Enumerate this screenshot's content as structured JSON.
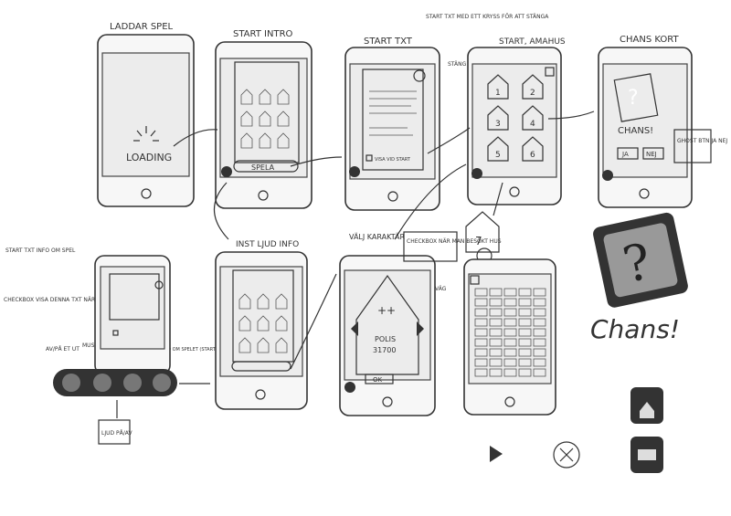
{
  "colors": {
    "ink": "#333333",
    "paper": "#ffffff",
    "screen": "#ececec"
  },
  "screens": {
    "loading": {
      "title": "LADDAR SPEL",
      "text": "LOADING"
    },
    "intro": {
      "title": "START INTRO",
      "button": "SPELA"
    },
    "text": {
      "title": "START TXT",
      "checkbox": "VISA VID START",
      "note": "START TXT MED ETT KRYSS FÖR ATT STÄNGA",
      "close_label": "STÄNG"
    },
    "main": {
      "title": "START, AMAHUS",
      "numbers": [
        "1",
        "2",
        "3",
        "4",
        "5",
        "6"
      ]
    },
    "chance": {
      "title": "CHANS KORT",
      "text": "CHANS!",
      "yes": "JA",
      "no": "NEJ",
      "callout": "GHOST BTN JA NEJ"
    },
    "sound": {
      "title": "INST LJUD INFO"
    },
    "character": {
      "title": "VÄLJ KARAKTÄR",
      "name": "POLIS",
      "score": "31700",
      "symbols": "++",
      "ok": "OK"
    },
    "checkbox_callout": {
      "text": "CHECKBOX NÄR MAN BESÖKT HUS",
      "number": "7"
    },
    "street_label": "VÄG"
  },
  "side_notes": {
    "start_txt": "START TXT INFO OM SPEL",
    "checkbox": "CHECKBOX VISA DENNA TXT NÄR SPEL STARTAR",
    "on_off": "AV/PÅ ET UT",
    "music": "MUSIK",
    "info": "INFO OM SPELET (STARTTXT)",
    "sound_toggle": "LJUD PÅ/AV"
  },
  "logo": {
    "text": "Chans!"
  }
}
